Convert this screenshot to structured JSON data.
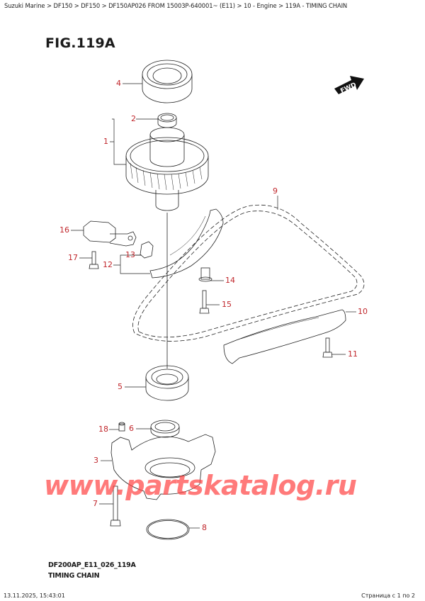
{
  "header": {
    "breadcrumb": "Suzuki Marine > DF150 > DF150 > DF150AP026 FROM 15003P-640001~ (E11) > 10 - Engine > 119A - TIMING CHAIN",
    "breadcrumb_items": [
      "Suzuki Marine",
      "DF150",
      "DF150",
      "DF150AP026 FROM 15003P-640001~ (E11)",
      "10 - Engine",
      "119A - TIMING CHAIN"
    ]
  },
  "figure": {
    "title": "FIG.119A",
    "direction_badge": "FWD",
    "code": "DF200AP_E11_026_119A",
    "caption": "TIMING CHAIN",
    "callout_color": "#c0262b",
    "callouts": [
      {
        "id": "1",
        "label": "1"
      },
      {
        "id": "2",
        "label": "2"
      },
      {
        "id": "3",
        "label": "3"
      },
      {
        "id": "4",
        "label": "4"
      },
      {
        "id": "5",
        "label": "5"
      },
      {
        "id": "6",
        "label": "6"
      },
      {
        "id": "7",
        "label": "7"
      },
      {
        "id": "8",
        "label": "8"
      },
      {
        "id": "9",
        "label": "9"
      },
      {
        "id": "10",
        "label": "10"
      },
      {
        "id": "11",
        "label": "11"
      },
      {
        "id": "12",
        "label": "12"
      },
      {
        "id": "13",
        "label": "13"
      },
      {
        "id": "14",
        "label": "14"
      },
      {
        "id": "15",
        "label": "15"
      },
      {
        "id": "16",
        "label": "16"
      },
      {
        "id": "17",
        "label": "17"
      },
      {
        "id": "18",
        "label": "18"
      }
    ]
  },
  "watermark": {
    "text": "www.partskatalog.ru",
    "color": "#ff4646"
  },
  "footer": {
    "timestamp": "13.11.2025, 15:43:01",
    "page_info": "Страница с 1 по 2"
  }
}
